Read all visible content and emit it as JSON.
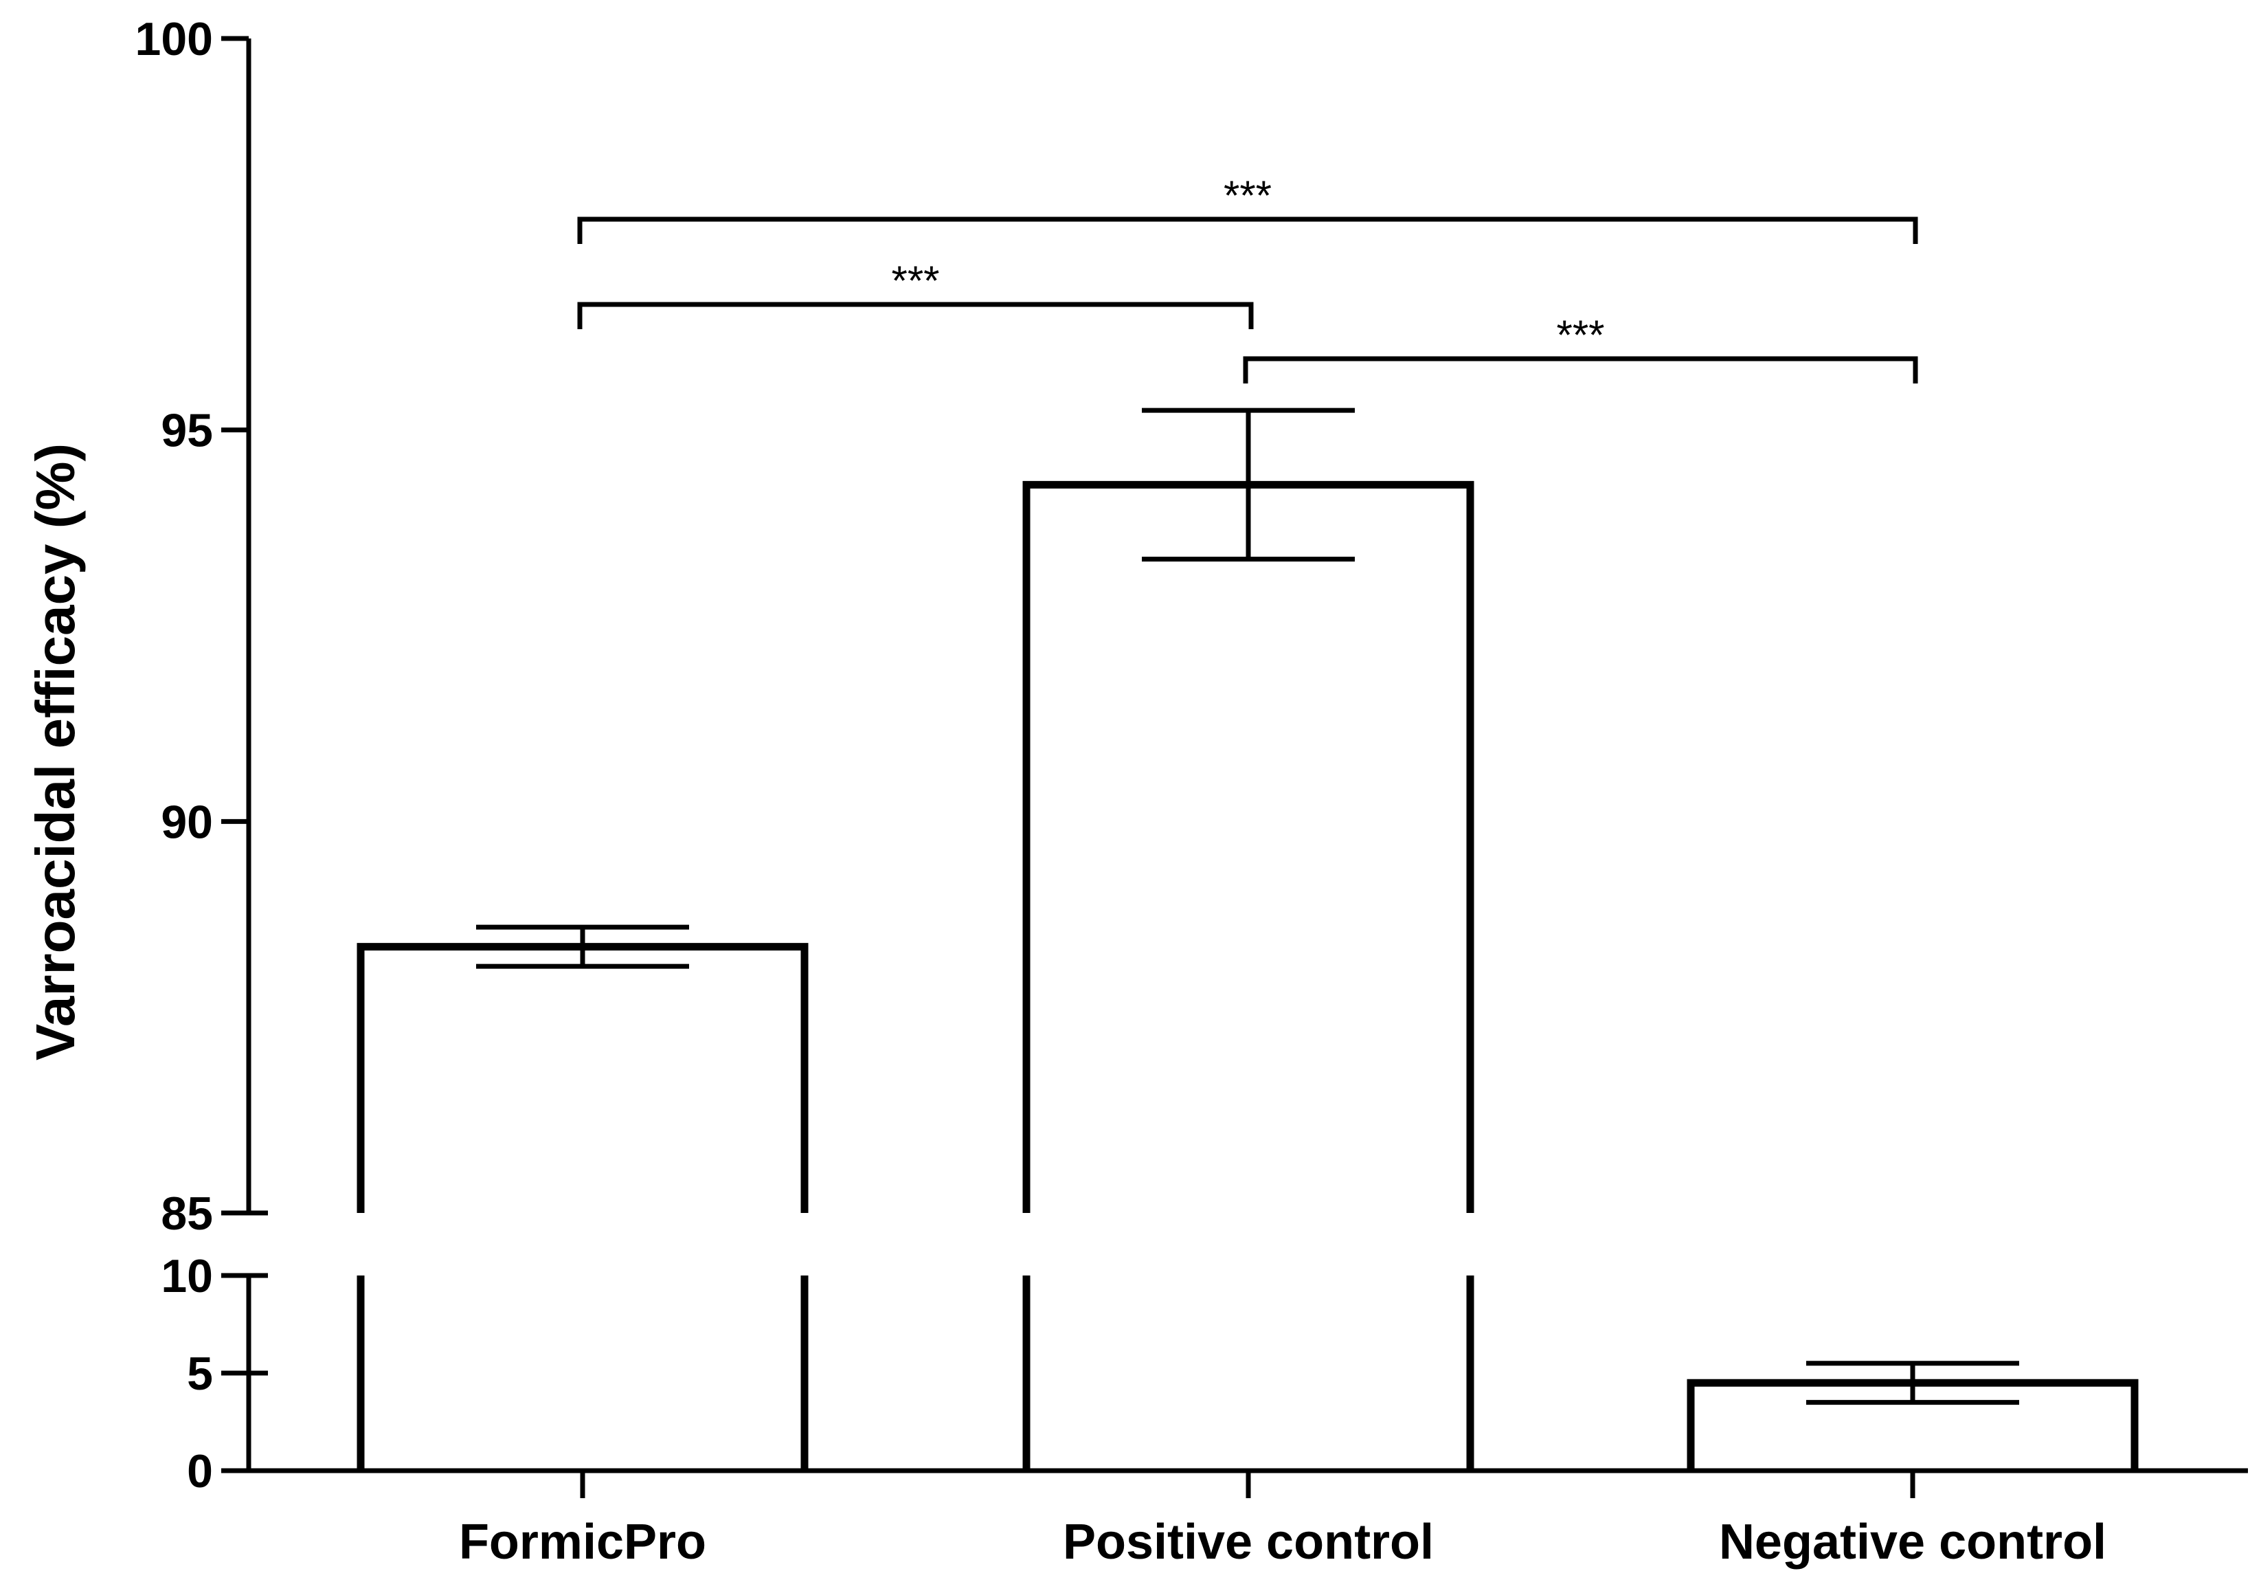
{
  "chart_data": {
    "type": "bar",
    "ylabel": "Varroacidal efficacy (%)",
    "xlabel": "",
    "categories": [
      "FormicPro",
      "Positive control",
      "Negative control"
    ],
    "values": [
      88.4,
      94.3,
      4.5
    ],
    "error": [
      0.25,
      0.95,
      1.0
    ],
    "broken_axis": {
      "upper_range": [
        85,
        100
      ],
      "lower_range": [
        0,
        10
      ],
      "upper_ticks": [
        "85",
        "90",
        "95",
        "100"
      ],
      "lower_ticks": [
        "0",
        "5",
        "10"
      ]
    },
    "significance": [
      {
        "from": 0,
        "to": 1,
        "label": "***"
      },
      {
        "from": 1,
        "to": 2,
        "label": "***"
      },
      {
        "from": 0,
        "to": 2,
        "label": "***"
      }
    ]
  }
}
